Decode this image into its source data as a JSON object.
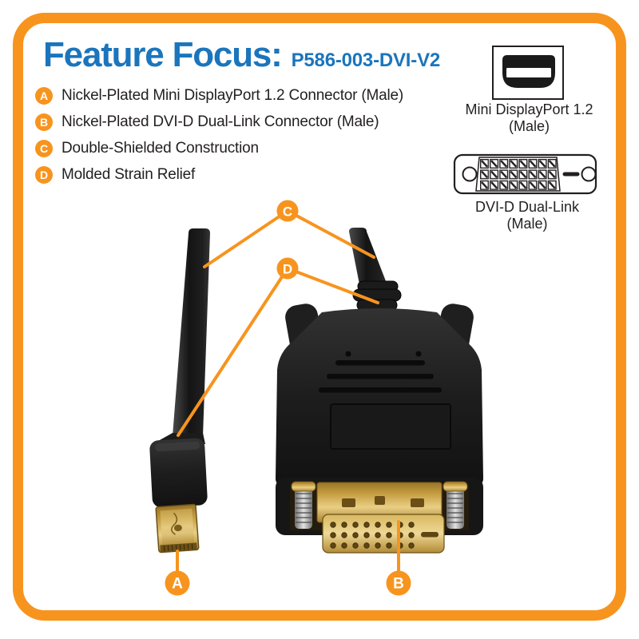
{
  "header": {
    "title": "Feature Focus:",
    "model": "P586-003-DVI-V2"
  },
  "features": [
    {
      "letter": "A",
      "text": "Nickel-Plated Mini DisplayPort 1.2 Connector (Male)"
    },
    {
      "letter": "B",
      "text": "Nickel-Plated DVI-D Dual-Link Connector (Male)"
    },
    {
      "letter": "C",
      "text": "Double-Shielded Construction"
    },
    {
      "letter": "D",
      "text": "Molded Strain Relief"
    }
  ],
  "connector_diagrams": {
    "minidp": {
      "name": "Mini DisplayPort 1.2",
      "gender": "(Male)"
    },
    "dvi": {
      "name": "DVI-D Dual-Link",
      "gender": "(Male)"
    }
  },
  "callouts": {
    "a": "A",
    "b": "B",
    "c": "C",
    "d": "D"
  },
  "colors": {
    "accent_orange": "#F7941E",
    "brand_blue": "#1B75BC",
    "text_dark": "#231F20",
    "gold": "#C8A045",
    "cable_black": "#1A1A1A"
  }
}
